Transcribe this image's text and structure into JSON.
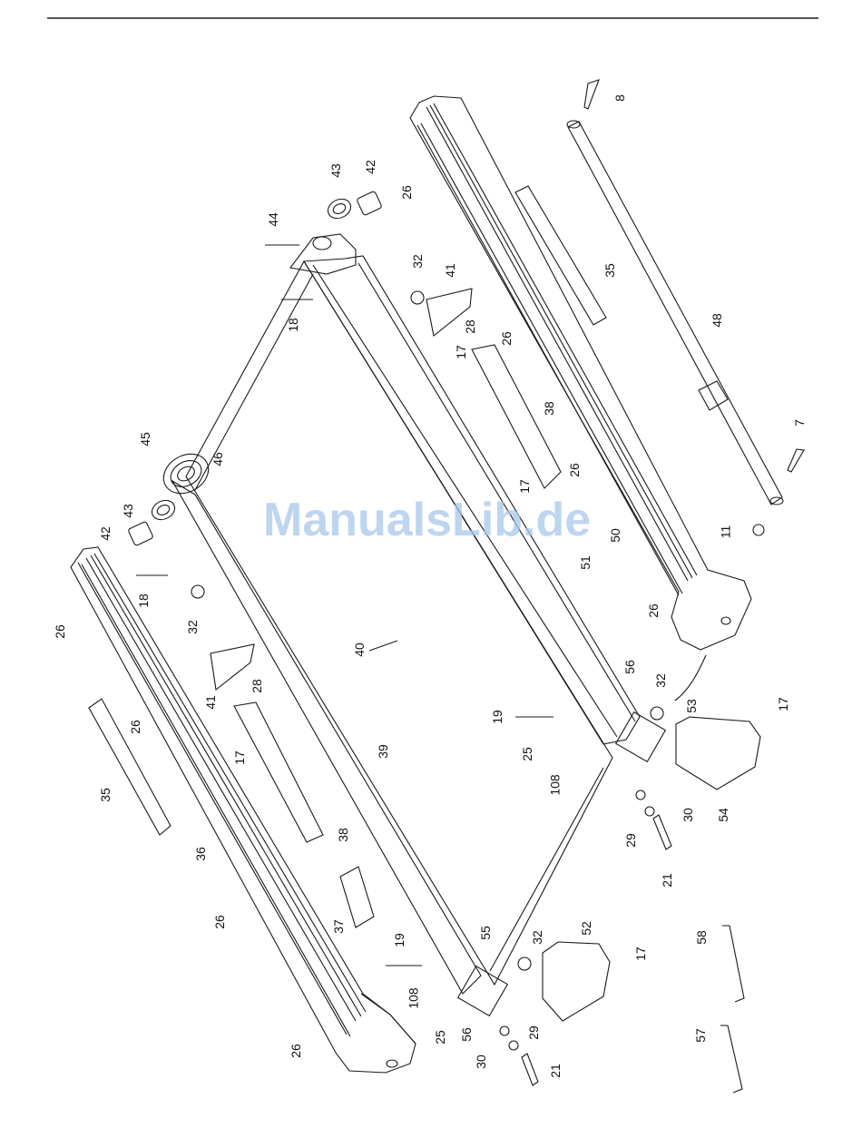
{
  "watermark": "ManualsLib.de",
  "callouts": [
    {
      "id": "c8",
      "label": "8"
    },
    {
      "id": "c26a",
      "label": "26"
    },
    {
      "id": "c43a",
      "label": "43"
    },
    {
      "id": "c42a",
      "label": "42"
    },
    {
      "id": "c44",
      "label": "44"
    },
    {
      "id": "c32a",
      "label": "32"
    },
    {
      "id": "c41a",
      "label": "41"
    },
    {
      "id": "c18a",
      "label": "18"
    },
    {
      "id": "c28a",
      "label": "28"
    },
    {
      "id": "c26b",
      "label": "26"
    },
    {
      "id": "c35a",
      "label": "35"
    },
    {
      "id": "c48",
      "label": "48"
    },
    {
      "id": "c17a",
      "label": "17"
    },
    {
      "id": "c38a",
      "label": "38"
    },
    {
      "id": "c7",
      "label": "7"
    },
    {
      "id": "c45",
      "label": "45"
    },
    {
      "id": "c46",
      "label": "46"
    },
    {
      "id": "c17b",
      "label": "17"
    },
    {
      "id": "c26c",
      "label": "26"
    },
    {
      "id": "c43b",
      "label": "43"
    },
    {
      "id": "c42b",
      "label": "42"
    },
    {
      "id": "c50",
      "label": "50"
    },
    {
      "id": "c11",
      "label": "11"
    },
    {
      "id": "c51",
      "label": "51"
    },
    {
      "id": "c18b",
      "label": "18"
    },
    {
      "id": "c26d",
      "label": "26"
    },
    {
      "id": "c32b",
      "label": "32"
    },
    {
      "id": "c26e",
      "label": "26"
    },
    {
      "id": "c40",
      "label": "40"
    },
    {
      "id": "c28b",
      "label": "28"
    },
    {
      "id": "c41b",
      "label": "41"
    },
    {
      "id": "c56a",
      "label": "56"
    },
    {
      "id": "c32c",
      "label": "32"
    },
    {
      "id": "c53",
      "label": "53"
    },
    {
      "id": "c17c",
      "label": "17"
    },
    {
      "id": "c19a",
      "label": "19"
    },
    {
      "id": "c26f",
      "label": "26"
    },
    {
      "id": "c17d",
      "label": "17"
    },
    {
      "id": "c39",
      "label": "39"
    },
    {
      "id": "c25a",
      "label": "25"
    },
    {
      "id": "c108a",
      "label": "108"
    },
    {
      "id": "c35b",
      "label": "35"
    },
    {
      "id": "c30a",
      "label": "30"
    },
    {
      "id": "c54",
      "label": "54"
    },
    {
      "id": "c29a",
      "label": "29"
    },
    {
      "id": "c38b",
      "label": "38"
    },
    {
      "id": "c36",
      "label": "36"
    },
    {
      "id": "c21a",
      "label": "21"
    },
    {
      "id": "c26g",
      "label": "26"
    },
    {
      "id": "c37",
      "label": "37"
    },
    {
      "id": "c19b",
      "label": "19"
    },
    {
      "id": "c55",
      "label": "55"
    },
    {
      "id": "c32d",
      "label": "32"
    },
    {
      "id": "c52",
      "label": "52"
    },
    {
      "id": "c58",
      "label": "58"
    },
    {
      "id": "c17e",
      "label": "17"
    },
    {
      "id": "c108b",
      "label": "108"
    },
    {
      "id": "c25b",
      "label": "25"
    },
    {
      "id": "c56b",
      "label": "56"
    },
    {
      "id": "c29b",
      "label": "29"
    },
    {
      "id": "c26h",
      "label": "26"
    },
    {
      "id": "c30b",
      "label": "30"
    },
    {
      "id": "c21b",
      "label": "21"
    },
    {
      "id": "c57",
      "label": "57"
    }
  ]
}
